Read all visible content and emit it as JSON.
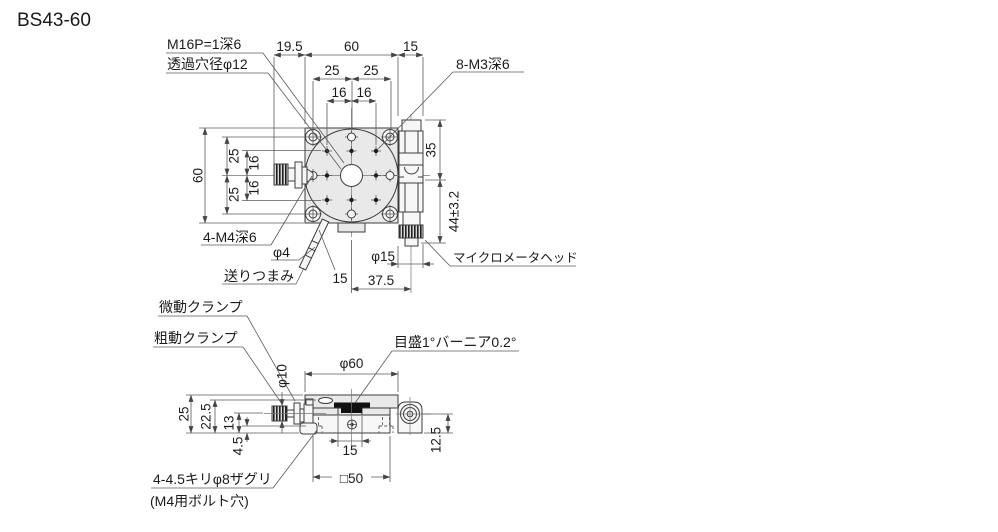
{
  "title": "BS43-60",
  "top": {
    "labels": {
      "m16": "M16P=1深6",
      "hole": "透過穴径φ12",
      "m3": "8-M3深6",
      "m4": "4-M4深6",
      "phi4": "φ4",
      "feed": "送りつまみ",
      "mic": "マイクロメータヘッド"
    },
    "dims": {
      "w19_5": "19.5",
      "w60": "60",
      "w15": "15",
      "p25a": "25",
      "p25b": "25",
      "p16a": "16",
      "p16b": "16",
      "h60": "60",
      "h25a": "25",
      "h25b": "25",
      "h16a": "16",
      "h16b": "16",
      "m35": "35",
      "m44": "44±3.2",
      "s15": "15",
      "phi15": "φ15",
      "off37_5": "37.5"
    }
  },
  "front": {
    "labels": {
      "fine": "微動クランプ",
      "coarse": "粗動クランプ",
      "scale": "目盛1°バーニア0.2°",
      "holes1": "4-4.5キリφ8ザグリ",
      "holes2": "(M4用ボルト穴)"
    },
    "dims": {
      "phi60": "φ60",
      "phi10": "φ10",
      "h25": "25",
      "h22_5": "22.5",
      "h13": "13",
      "h4_5": "4.5",
      "w15": "15",
      "sq50": "□50",
      "h12_5": "12.5"
    }
  },
  "colors": {
    "line": "#3c3c3c",
    "fill": "#e9e9e9",
    "black": "#111111"
  }
}
